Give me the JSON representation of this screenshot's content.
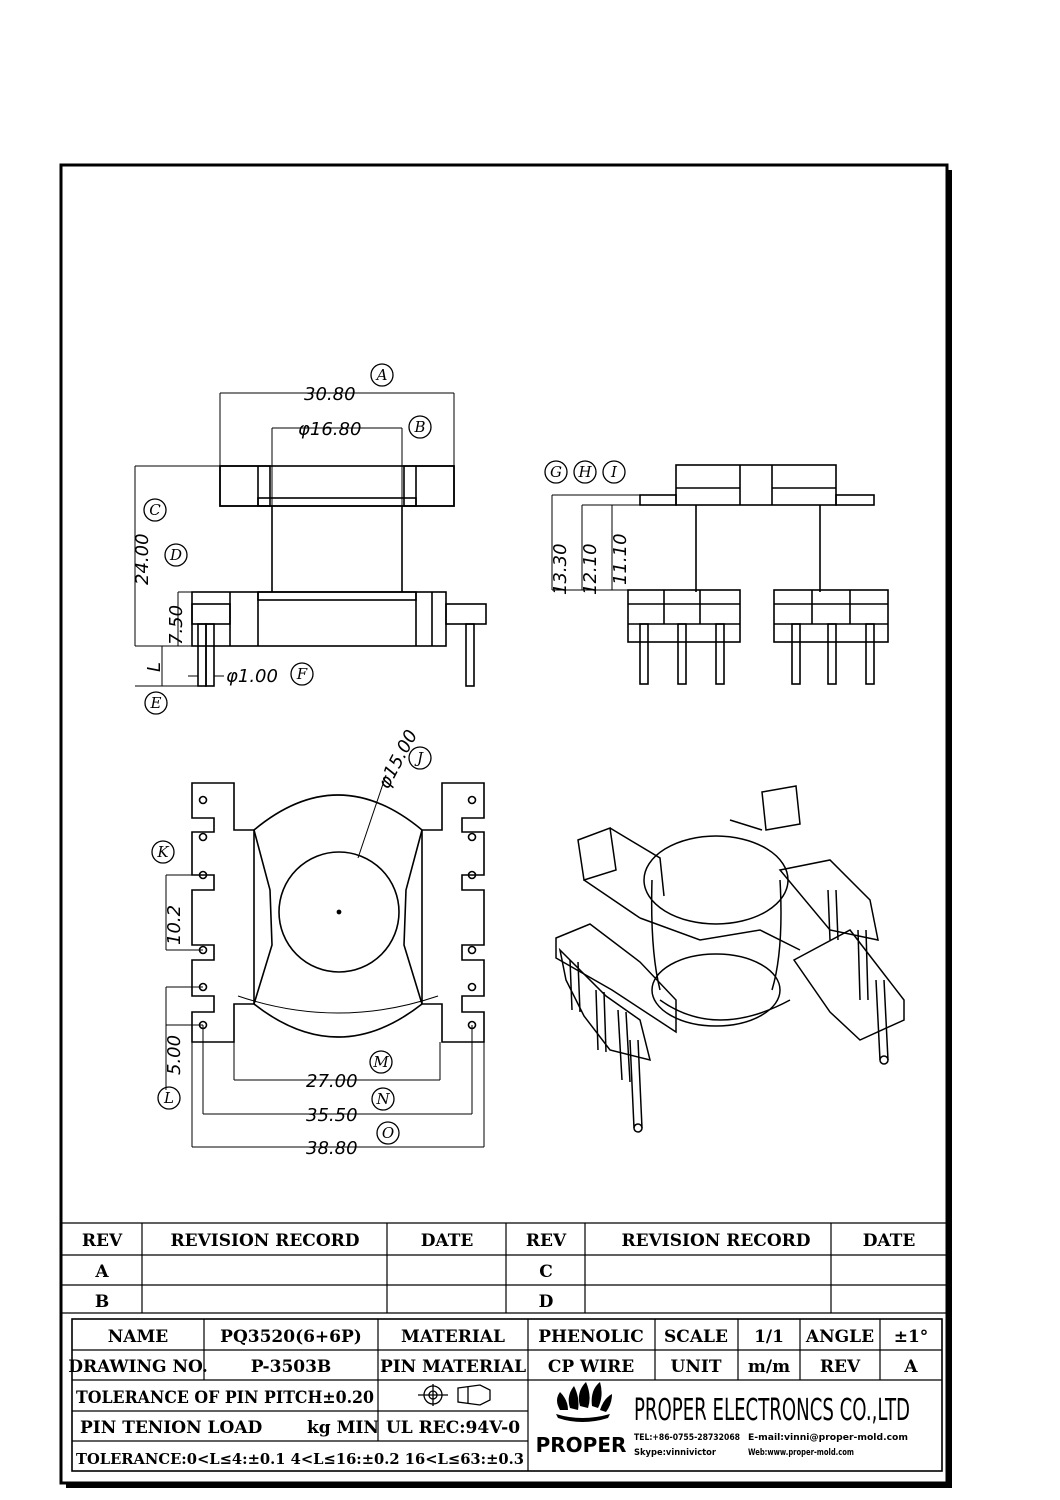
{
  "dimensions": {
    "a": "30.80",
    "b": "φ16.80",
    "c": "24.00",
    "d": "7.50",
    "l_label": "L",
    "f": "φ1.00",
    "g": "13.30",
    "h": "12.10",
    "i": "11.10",
    "j": "φ15.00",
    "k": "10.2",
    "l": "5.00",
    "m": "27.00",
    "n": "35.50",
    "o": "38.80"
  },
  "callouts": {
    "a": "A",
    "b": "B",
    "c": "C",
    "d": "D",
    "e": "E",
    "f": "F",
    "g": "G",
    "h": "H",
    "i": "I",
    "j": "J",
    "k": "K",
    "l": "L",
    "m": "M",
    "n": "N",
    "o": "O"
  },
  "revision_table": {
    "headers": [
      "REV",
      "REVISION RECORD",
      "DATE",
      "REV",
      "REVISION RECORD",
      "DATE"
    ],
    "rows": [
      [
        "A",
        "",
        "",
        "C",
        "",
        ""
      ],
      [
        "B",
        "",
        "",
        "D",
        "",
        ""
      ]
    ]
  },
  "title_block": {
    "name_label": "NAME",
    "name_value": "PQ3520(6+6P)",
    "material_label": "MATERIAL",
    "material_value": "PHENOLIC",
    "scale_label": "SCALE",
    "scale_value": "1/1",
    "angle_label": "ANGLE",
    "angle_value": "±1°",
    "drawing_no_label": "DRAWING NO.",
    "drawing_no_value": "P-3503B",
    "pin_material_label": "PIN MATERIAL",
    "pin_material_value": "CP WIRE",
    "unit_label": "UNIT",
    "unit_value": "m/m",
    "rev_label": "REV",
    "rev_value": "A",
    "tolerance_pitch": "TOLERANCE OF PIN PITCH±0.20",
    "pin_tension_label": "PIN TENION LOAD",
    "pin_tension_unit": "kg MIN",
    "ul_rec": "UL REC:94V-0",
    "tolerance": "TOLERANCE:0<L≤4:±0.1  4<L≤16:±0.2  16<L≤63:±0.3"
  },
  "company": {
    "logo_text": "PROPER",
    "name": "PROPER ELECTRONCS CO.,LTD",
    "tel": "TEL:+86-0755-28732068",
    "email": "E-mail:vinni@proper-mold.com",
    "skype": "Skype:vinnivictor",
    "web": "Web:www.proper-mold.com"
  }
}
